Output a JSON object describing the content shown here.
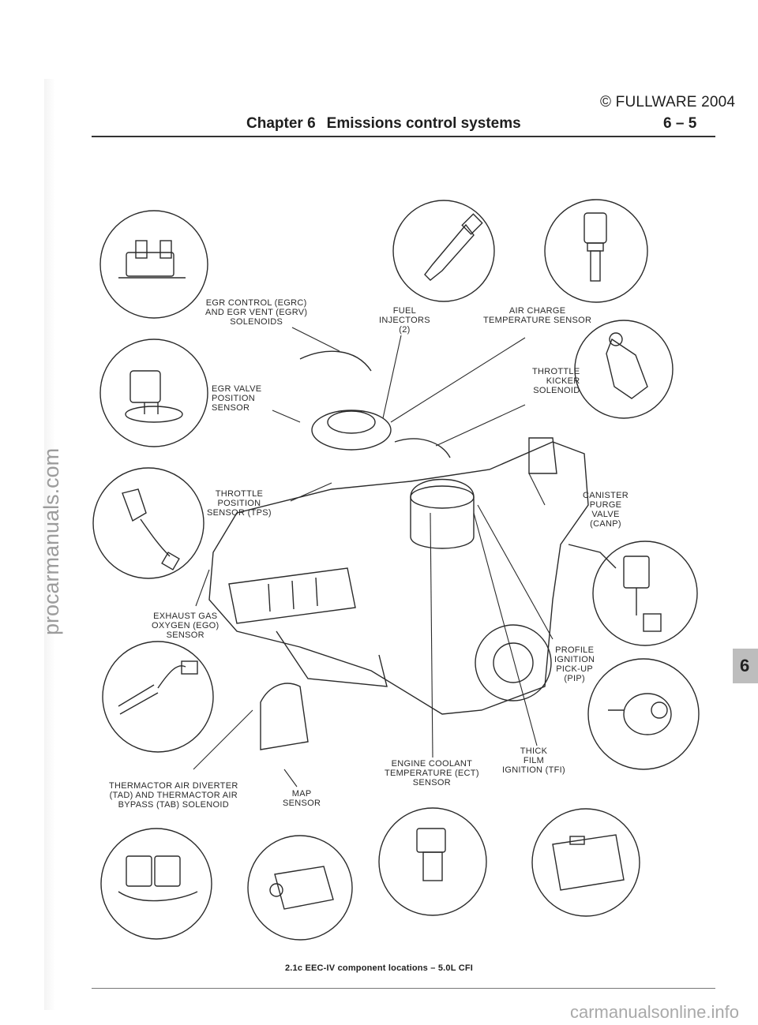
{
  "header": {
    "copyright": "© FULLWARE 2004",
    "chapter": "Chapter 6",
    "chapter_title": "Emissions control systems",
    "page_number": "6 – 5"
  },
  "side_url": "procarmanuals.com",
  "chapter_tab": "6",
  "labels": {
    "egrc": [
      "EGR CONTROL (EGRC)",
      "AND EGR VENT (EGRV)",
      "SOLENOIDS"
    ],
    "fuel": [
      "FUEL",
      "INJECTORS",
      "(2)"
    ],
    "act": [
      "AIR CHARGE",
      "TEMPERATURE SENSOR"
    ],
    "egrvp": [
      "EGR VALVE",
      "POSITION",
      "SENSOR"
    ],
    "kicker": [
      "THROTTLE",
      "KICKER",
      "SOLENOID"
    ],
    "tps": [
      "THROTTLE",
      "POSITION",
      "SENSOR (TPS)"
    ],
    "canp": [
      "CANISTER",
      "PURGE",
      "VALVE",
      "(CANP)"
    ],
    "ego": [
      "EXHAUST GAS",
      "OXYGEN (EGO)",
      "SENSOR"
    ],
    "pip": [
      "PROFILE",
      "IGNITION",
      "PICK-UP",
      "(PIP)"
    ],
    "ect": [
      "ENGINE COOLANT",
      "TEMPERATURE (ECT)",
      "SENSOR"
    ],
    "tfi": [
      "THICK",
      "FILM",
      "IGNITION (TFI)"
    ],
    "tad": [
      "THERMACTOR AIR DIVERTER",
      "(TAD) AND THERMACTOR AIR",
      "BYPASS (TAB) SOLENOID"
    ],
    "map": [
      "MAP",
      "SENSOR"
    ]
  },
  "figure_caption": "2.1c  EEC-IV component locations – 5.0L CFI",
  "watermark": "carmanualsonline.info"
}
